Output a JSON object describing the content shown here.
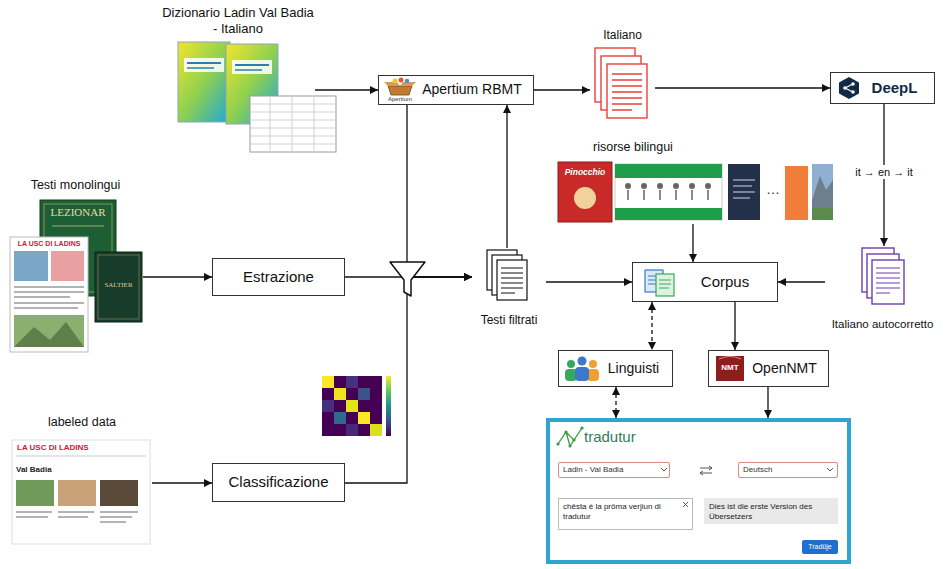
{
  "diagram": {
    "nodes": [
      {
        "text": [
          "Dizionario Ladin Val Badia - Italiano"
        ]
      },
      {
        "text": [
          "Apertium RBMT"
        ]
      },
      {
        "text": [
          "Italiano"
        ]
      },
      {
        "text": [
          "DeepL"
        ]
      },
      {
        "text": [
          "Testi monolingui"
        ]
      },
      {
        "text": [
          "Estrazione"
        ]
      },
      {
        "text": [
          "Testi filtrati"
        ]
      },
      {
        "text": [
          "labeled data"
        ]
      },
      {
        "text": [
          "Classificazione"
        ]
      },
      {
        "text": [
          "risorse bilingui"
        ]
      },
      {
        "text": [
          "Corpus"
        ]
      },
      {
        "text": [
          "Italiano autocorretto"
        ]
      },
      {
        "text": [
          "Linguisti"
        ]
      },
      {
        "text": [
          "OpenNMT"
        ]
      },
      {
        "text": [
          "tradutur"
        ]
      },
      {
        "text": [
          "Ladin - Val Badia"
        ],
        "in": 14
      },
      {
        "text": [
          "Deutsch"
        ],
        "in": 14
      },
      {
        "text": [
          "chësta é la pröma verjiun di tradutur"
        ],
        "in": 14
      },
      {
        "text": [
          "Dies ist die erste Version des Übersetzers"
        ],
        "in": 14
      },
      {
        "text": [
          "Tradüje"
        ],
        "in": 14
      }
    ],
    "edges": [
      {
        "from": 0,
        "to": 1,
        "arrow": "to"
      },
      {
        "from": 1,
        "to": 2,
        "arrow": "to"
      },
      {
        "from": 2,
        "to": 3,
        "arrow": "to"
      },
      {
        "from": 3,
        "to": 11,
        "label": "it → en → it",
        "arrow": "to"
      },
      {
        "from": 11,
        "to": 10,
        "arrow": "to"
      },
      {
        "from": 4,
        "to": 5,
        "arrow": "to"
      },
      {
        "from": 5,
        "to": 6,
        "arrow": "to"
      },
      {
        "from": 1,
        "to": 6,
        "arrow": "to"
      },
      {
        "from": 8,
        "to": 6,
        "arrow": "to"
      },
      {
        "from": 6,
        "to": 1,
        "arrow": "to"
      },
      {
        "from": 7,
        "to": 8,
        "arrow": "to"
      },
      {
        "from": 6,
        "to": 10,
        "arrow": "to"
      },
      {
        "from": 9,
        "to": 10,
        "arrow": "to"
      },
      {
        "from": 10,
        "to": 12,
        "arrow": "both"
      },
      {
        "from": 10,
        "to": 13,
        "arrow": "to"
      },
      {
        "from": 12,
        "to": 14,
        "arrow": "both"
      },
      {
        "from": 13,
        "to": 14,
        "arrow": "to"
      }
    ],
    "labels": [
      "Apertium",
      "LEZIONAR",
      "LA USC DI LADINS",
      "SALTIER",
      "LA USC DI LADINS",
      "Val Badia",
      "Pinocchio",
      "…",
      "NMT"
    ]
  }
}
